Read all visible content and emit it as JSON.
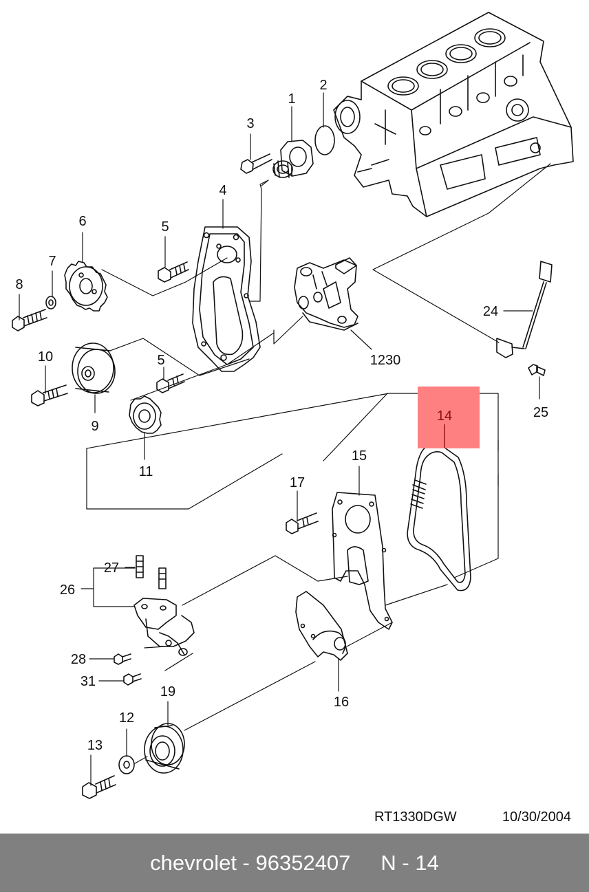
{
  "callouts": {
    "c1": "1",
    "c2": "2",
    "c3": "3",
    "c4": "4",
    "c5a": "5",
    "c5b": "5",
    "c6": "6",
    "c7": "7",
    "c8": "8",
    "c9": "9",
    "c10": "10",
    "c11": "11",
    "c12": "12",
    "c13": "13",
    "c14": "14",
    "c15": "15",
    "c16": "16",
    "c17": "17",
    "c19": "19",
    "c24": "24",
    "c25": "25",
    "c26": "26",
    "c27": "27",
    "c28": "28",
    "c31": "31",
    "c1230": "1230"
  },
  "drawing_id": "RT1330DGW",
  "drawing_date": "10/30/2004",
  "footer": {
    "part_text": "chevrolet - 96352407",
    "ref_text": "N - 14"
  },
  "colors": {
    "highlight": "#ff8080",
    "footer_bg": "#808080",
    "line": "#111111"
  }
}
